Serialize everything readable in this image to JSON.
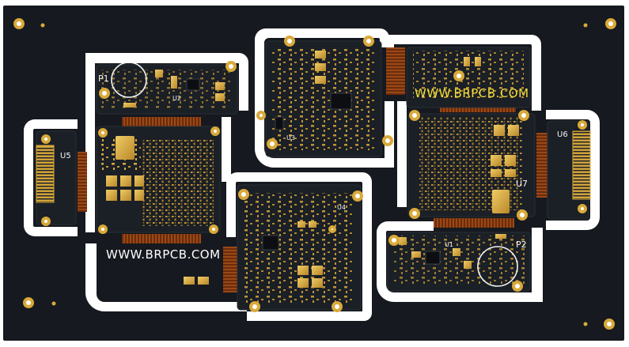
{
  "image": {
    "subject": "multi-board rigid-flex PCB panel",
    "colors": {
      "solder_mask": "#16191f",
      "mask_edge": "#24282f",
      "routing_slot": "#ffffff",
      "gold_pad": "#d9a93a",
      "flex_polyimide": "#7a3410",
      "silkscreen": "#f4f4f4",
      "silkscreen_yellow": "#f3de3a"
    }
  },
  "labels": {
    "p1": "P1",
    "p2": "P2",
    "u1": "U1",
    "u2": "U2",
    "u3": "U3",
    "u4": "U4",
    "u5": "U5",
    "u6": "U6",
    "u7": "U7",
    "website_top": "WWW.BRPCB.COM",
    "website_bottom": "WWW.BRPCB.COM"
  }
}
